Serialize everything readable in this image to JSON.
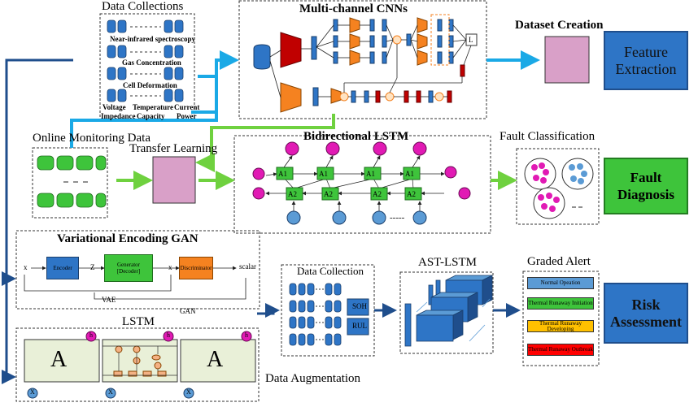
{
  "titles": {
    "data_collections": "Data Collections",
    "multichannel_cnns": "Multi-channel CNNs",
    "dataset_creation": "Dataset Creation",
    "online_monitoring": "Online Monitoring Data",
    "transfer_learning": "Transfer Learning",
    "bidirectional_lstm": "Bidirectional LSTM",
    "fault_classification": "Fault Classification",
    "vegan": "Variational Encoding GAN",
    "data_collection": "Data Collection",
    "ast_lstm": "AST-LSTM",
    "graded_alert": "Graded Alert",
    "lstm": "LSTM",
    "data_augmentation": "Data Augmentation"
  },
  "collections": {
    "nir": "Near-infrared spectroscopy",
    "gas": "Gas Concentration",
    "cell": "Cell Deformation",
    "voltage": "Voltage",
    "temperature": "Temperature",
    "current": "Current",
    "impedance": "Impedance",
    "capacity": "Capacity",
    "power": "Power"
  },
  "cnn": {
    "output_label": "L"
  },
  "modules": {
    "feature_extraction": "Feature Extraction",
    "fault_diagnosis": "Fault Diagnosis",
    "risk_assessment": "Risk Assessment"
  },
  "bilstm": {
    "forward_cells": [
      "A1",
      "A1",
      "A1",
      "A1"
    ],
    "backward_cells": [
      "A2",
      "A2",
      "A2",
      "A2"
    ],
    "ellipsis": "-----"
  },
  "gan": {
    "x_in": "x",
    "encoder": "Encoder",
    "z": "Z",
    "generator": "Generator [Decoder]",
    "x_out": "x",
    "discriminator": "Discriminator",
    "scalar": "scalar",
    "vae": "VAE",
    "gan": "GAN"
  },
  "collection2": {
    "soh": "SOH",
    "rul": "RUL"
  },
  "alerts": [
    {
      "label": "Normal Opeation",
      "color": "#5b9bd5"
    },
    {
      "label": "Thermal Runaway Initiation",
      "color": "#3ec43b"
    },
    {
      "label": "Thermal Runaway Developing",
      "color": "#ffc000"
    },
    {
      "label": "Thermal Runaway Outbreak",
      "color": "#ff0000"
    }
  ],
  "lstm_cells": {
    "cell_a": "A",
    "x": "X",
    "h": "h"
  },
  "colors": {
    "blue_arrow": "#1aa9e6",
    "green_arrow": "#6fd13f",
    "dark_arrow": "#1f4e8c",
    "cylinder_green": "#3ec43b",
    "cylinder_blue": "#2e75c6",
    "magenta_node": "#e11ab4",
    "pink_block": "#d9a0c8"
  }
}
